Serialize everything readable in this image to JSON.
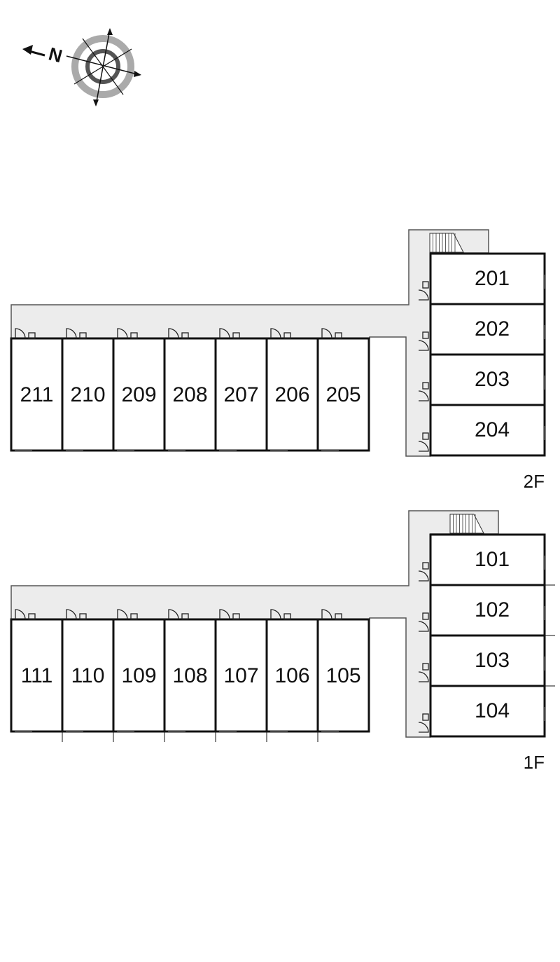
{
  "compass": {
    "north_label": "N",
    "icon": "compass-rose-icon"
  },
  "floors": [
    {
      "label": "2F",
      "wing_units": [
        "211",
        "210",
        "209",
        "208",
        "207",
        "206",
        "205"
      ],
      "stack_units": [
        "201",
        "202",
        "203",
        "204"
      ]
    },
    {
      "label": "1F",
      "wing_units": [
        "111",
        "110",
        "109",
        "108",
        "107",
        "106",
        "105"
      ],
      "stack_units": [
        "101",
        "102",
        "103",
        "104"
      ]
    }
  ],
  "colors": {
    "walls": "#111111",
    "corridor": "#ececec",
    "compass": "#aaaaaa"
  }
}
